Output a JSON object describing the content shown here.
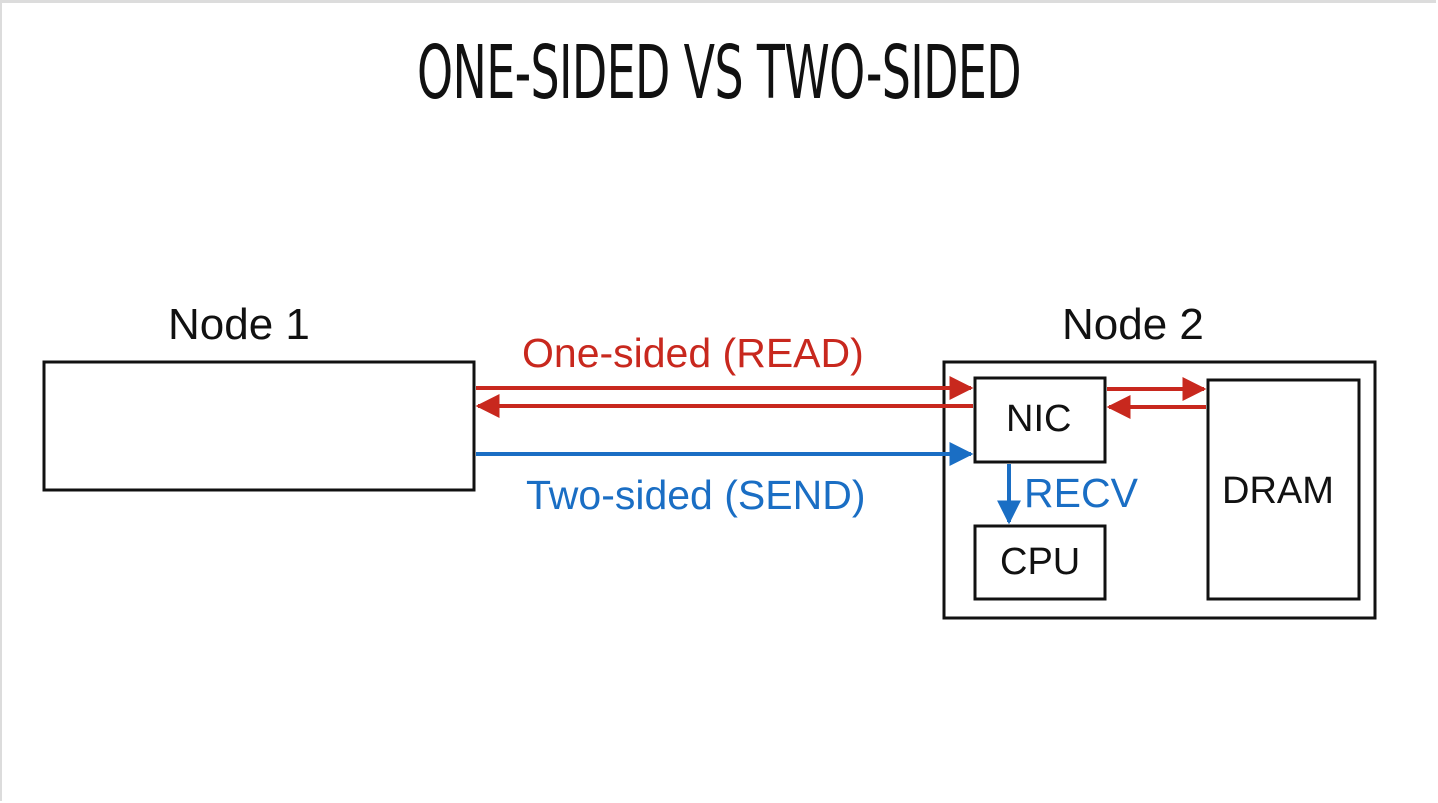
{
  "slide": {
    "title": "ONE-SIDED VS TWO-SIDED"
  },
  "diagram": {
    "node1": {
      "label": "Node 1"
    },
    "node2": {
      "label": "Node 2",
      "nic_label": "NIC",
      "cpu_label": "CPU",
      "dram_label": "DRAM"
    },
    "links": {
      "one_sided_label": "One-sided (READ)",
      "two_sided_label": "Two-sided (SEND)",
      "recv_label": "RECV"
    },
    "colors": {
      "one_sided": "#c8281e",
      "two_sided": "#1a6ec4",
      "outline": "#111111"
    }
  }
}
